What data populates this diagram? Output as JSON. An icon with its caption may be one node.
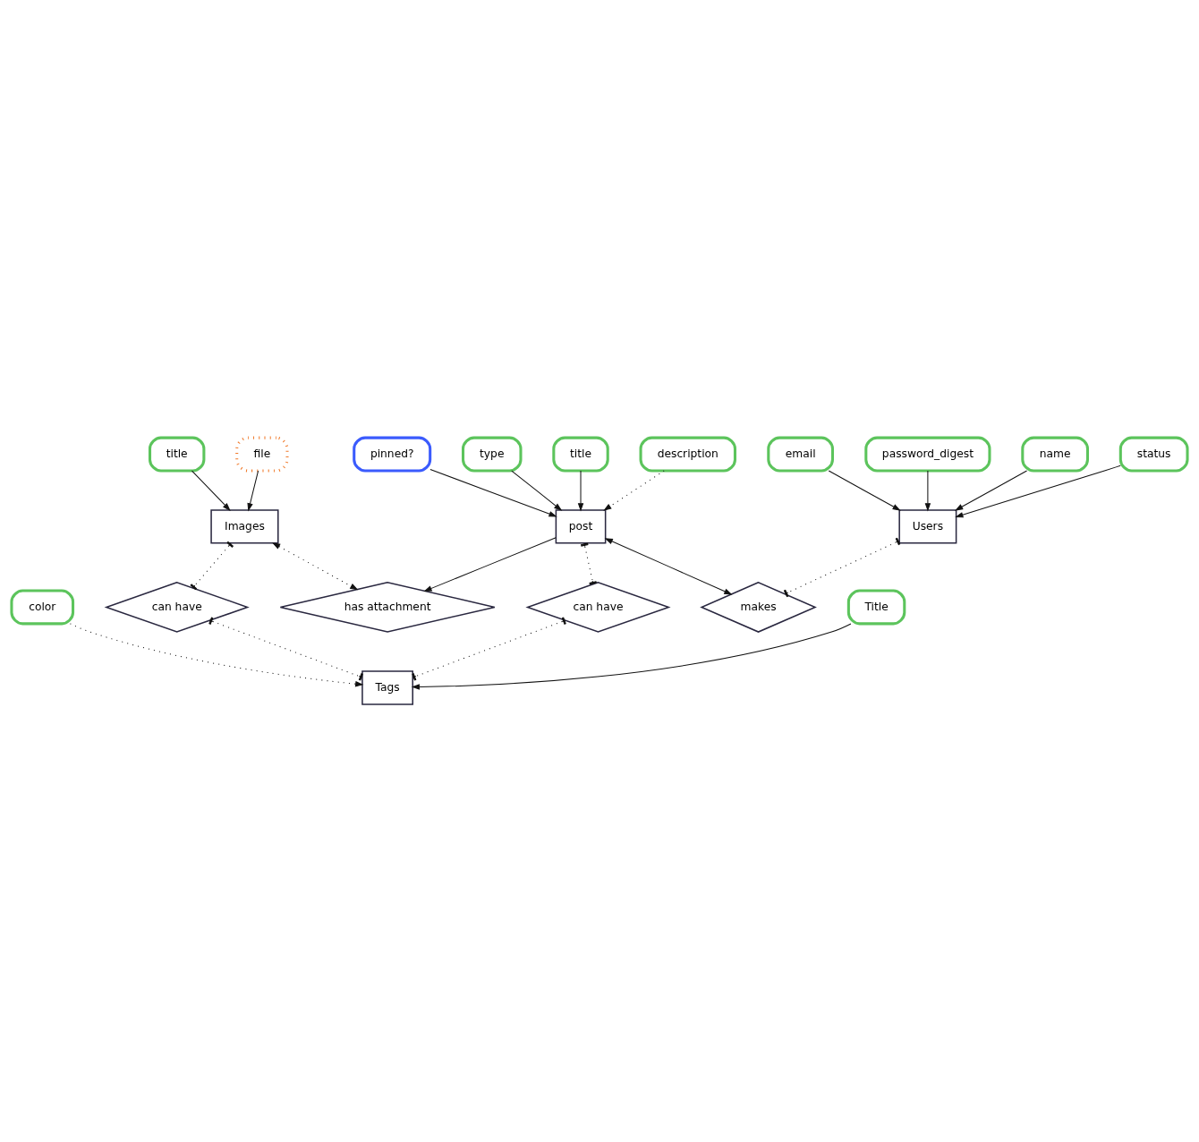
{
  "diagram": {
    "nodes": [
      {
        "text": [
          "name"
        ]
      },
      {
        "text": [
          "status"
        ]
      },
      {
        "text": [
          "email"
        ]
      },
      {
        "text": [
          "password_digest"
        ]
      },
      {
        "text": [
          "Users"
        ]
      },
      {
        "text": [
          "makes"
        ]
      },
      {
        "text": [
          "title"
        ]
      },
      {
        "text": [
          "description"
        ]
      },
      {
        "text": [
          "pinned?"
        ]
      },
      {
        "text": [
          "type"
        ]
      },
      {
        "text": [
          "post"
        ]
      },
      {
        "text": [
          "has attachment"
        ]
      },
      {
        "text": [
          "title"
        ]
      },
      {
        "text": [
          "file"
        ]
      },
      {
        "text": [
          "Images"
        ]
      },
      {
        "text": [
          "can have"
        ]
      },
      {
        "text": [
          "can have"
        ]
      },
      {
        "text": [
          "Title"
        ]
      },
      {
        "text": [
          "color"
        ]
      },
      {
        "text": [
          "Tags"
        ]
      }
    ],
    "edges": [
      {
        "from": 0,
        "to": 4,
        "arrow": "to"
      },
      {
        "from": 1,
        "to": 4,
        "arrow": "to"
      },
      {
        "from": 2,
        "to": 4,
        "arrow": "to"
      },
      {
        "from": 3,
        "to": 4,
        "arrow": "to"
      },
      {
        "from": 4,
        "to": 5,
        "arrow": "other",
        "style": "dashed"
      },
      {
        "from": 6,
        "to": 10,
        "arrow": "to"
      },
      {
        "from": 7,
        "to": 10,
        "arrow": "to",
        "style": "dashed"
      },
      {
        "from": 8,
        "to": 10,
        "arrow": "to"
      },
      {
        "from": 10,
        "to": 5,
        "arrow": "both"
      },
      {
        "from": 9,
        "to": 10,
        "arrow": "to"
      },
      {
        "from": 10,
        "to": 11,
        "arrow": "to"
      },
      {
        "from": 12,
        "to": 14,
        "arrow": "to"
      },
      {
        "from": 13,
        "to": 14,
        "arrow": "to"
      },
      {
        "from": 14,
        "to": 11,
        "arrow": "both",
        "style": "dashed"
      },
      {
        "from": 10,
        "to": 15,
        "arrow": "other",
        "style": "dashed"
      },
      {
        "from": 14,
        "to": 16,
        "arrow": "other",
        "style": "dashed"
      },
      {
        "from": 15,
        "to": 19,
        "arrow": "other",
        "style": "dashed"
      },
      {
        "from": 16,
        "to": 19,
        "arrow": "other",
        "style": "dashed"
      },
      {
        "from": 17,
        "to": 19,
        "arrow": "to"
      },
      {
        "from": 18,
        "to": 19,
        "arrow": "to",
        "style": "dashed"
      }
    ]
  }
}
